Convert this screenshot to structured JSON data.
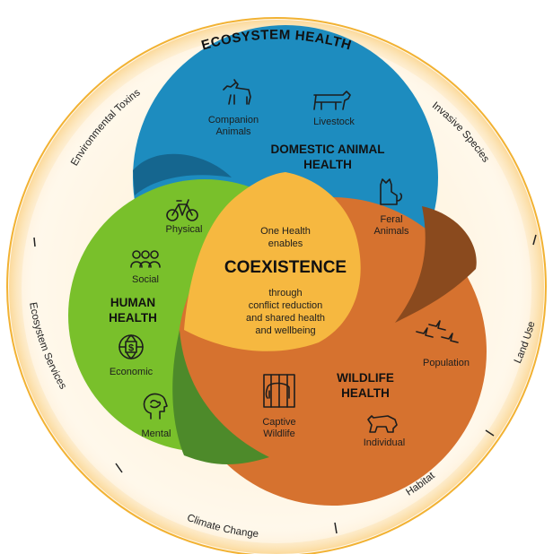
{
  "title": "ECOSYSTEM HEALTH",
  "colors": {
    "ring_fill": "#fff7e6",
    "ring_border": "#f2b233",
    "domestic": "#1d8cbf",
    "domestic_dark": "#15668f",
    "human": "#79c02b",
    "human_dark": "#4d8a2a",
    "wildlife": "#d6722f",
    "wildlife_dark": "#8a4a1e",
    "center": "#f6b840"
  },
  "ring_labels": {
    "environmental_toxins": "Environmental Toxins",
    "invasive_species": "Invasive Species",
    "land_use": "Land Use",
    "habitat": "Habitat",
    "climate_change": "Climate Change",
    "ecosystem_services": "Ecosystem Services"
  },
  "domestic": {
    "heading_line1": "DOMESTIC ANIMAL",
    "heading_line2": "HEALTH",
    "companion_line1": "Companion",
    "companion_line2": "Animals",
    "livestock": "Livestock",
    "feral_line1": "Feral",
    "feral_line2": "Animals",
    "icons": [
      "dog-icon",
      "cow-icon",
      "cat-icon"
    ]
  },
  "human": {
    "heading_line1": "HUMAN",
    "heading_line2": "HEALTH",
    "physical": "Physical",
    "social": "Social",
    "economic": "Economic",
    "mental": "Mental",
    "icons": [
      "bicycle-icon",
      "people-icon",
      "dollar-globe-icon",
      "head-brain-icon"
    ]
  },
  "wildlife": {
    "heading_line1": "WILDLIFE",
    "heading_line2": "HEALTH",
    "population": "Population",
    "captive_line1": "Captive",
    "captive_line2": "Wildlife",
    "individual": "Individual",
    "icons": [
      "birds-icon",
      "caged-elephant-icon",
      "bear-icon"
    ]
  },
  "center": {
    "line1": "One Health",
    "line2": "enables",
    "main": "COEXISTENCE",
    "line3": "through",
    "line4": "conflict reduction",
    "line5": "and shared health",
    "line6": "and wellbeing"
  }
}
